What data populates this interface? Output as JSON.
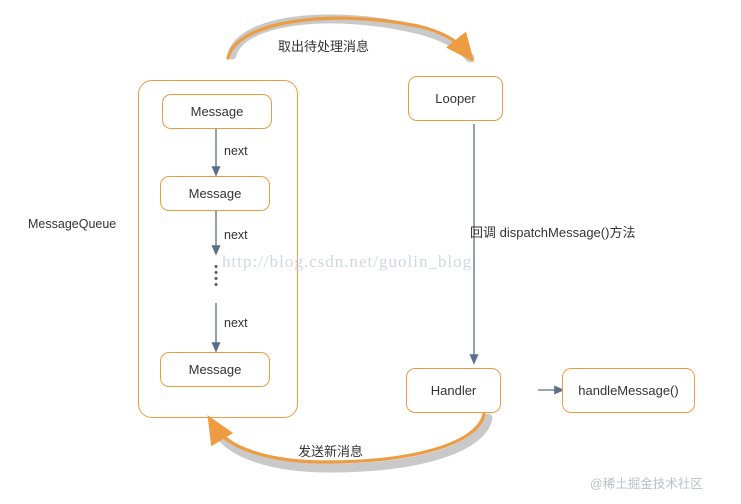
{
  "diagram": {
    "title": "Android Message Loop Diagram",
    "colors": {
      "box_border": "#ED9C42",
      "arrow_orange": "#ED9C42",
      "arrow_gray": "#B8B8B8",
      "arrow_blue": "#5B6E8C",
      "text": "#333333",
      "watermark": "#cfd6e4"
    },
    "boxes": [
      {
        "id": "message-1",
        "label": "Message"
      },
      {
        "id": "message-2",
        "label": "Message"
      },
      {
        "id": "message-3",
        "label": "Message"
      },
      {
        "id": "looper",
        "label": "Looper"
      },
      {
        "id": "handler",
        "label": "Handler"
      },
      {
        "id": "handle-message",
        "label": "handleMessage()"
      }
    ],
    "queue_label": "MessageQueue",
    "next_labels": [
      "next",
      "next",
      "next"
    ],
    "ellipsis": "•\n•\n•\n•",
    "flow_labels": {
      "top": "取出待处理消息",
      "right": "回调 dispatchMessage()方法",
      "bottom": "发送新消息"
    },
    "watermarks": {
      "url": "http://blog.csdn.net/guolin_blog",
      "site": "@稀土掘金技术社区"
    }
  }
}
